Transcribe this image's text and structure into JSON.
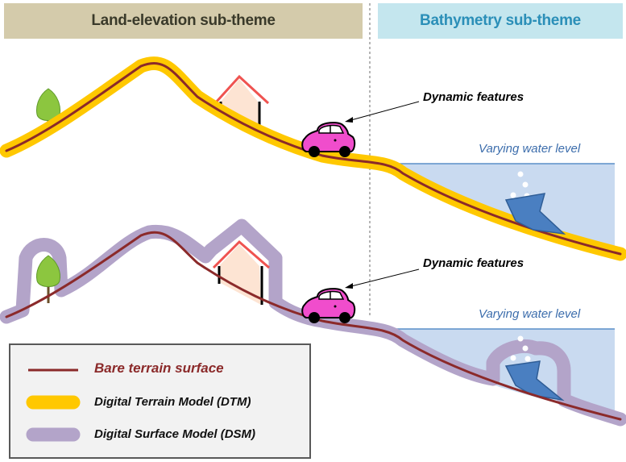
{
  "headers": {
    "land": "Land-elevation sub-theme",
    "bathymetry": "Bathymetry sub-theme"
  },
  "labels": {
    "dynamic_features_top": "Dynamic features",
    "dynamic_features_bottom": "Dynamic features",
    "water_level_top": "Varying water level",
    "water_level_bottom": "Varying water level"
  },
  "legend": {
    "bare": "Bare terrain surface",
    "dtm": "Digital Terrain Model (DTM)",
    "dsm": "Digital Surface Model (DSM)"
  },
  "colors": {
    "bare_terrain": "#8b2a2a",
    "dtm": "#ffc800",
    "dsm": "#b3a4c9",
    "water": "#c9daf0",
    "tree": "#8cc63f",
    "house_wall": "#fde4d3",
    "house_roof": "#ef5350",
    "car": "#f04dcc",
    "boat": "#4a7fc1"
  }
}
